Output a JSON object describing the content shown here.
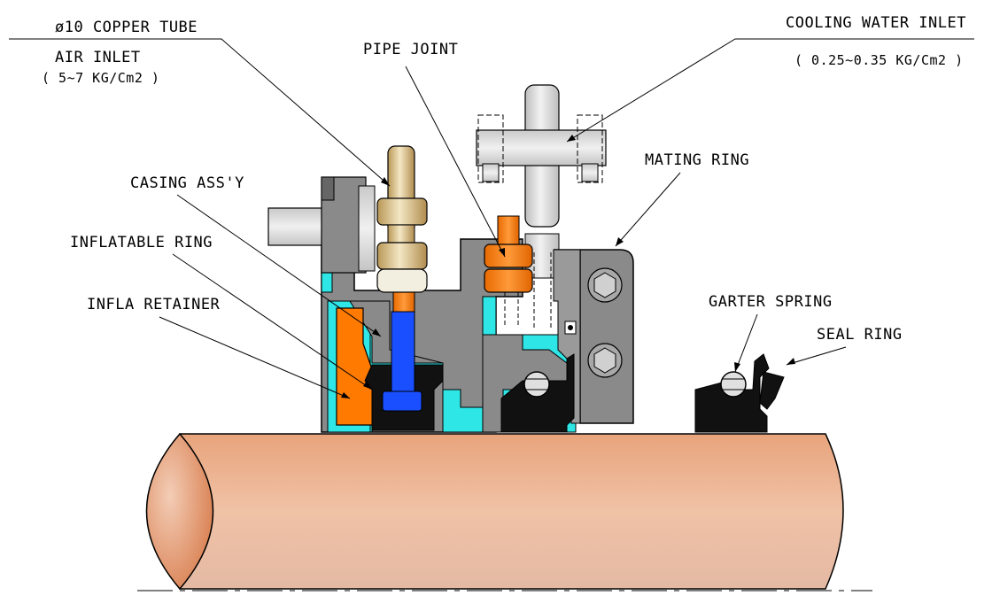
{
  "labels": {
    "copper_tube": "ø10 COPPER TUBE",
    "air_inlet": "AIR INLET",
    "air_pressure": "( 5~7 KG/Cm2 )",
    "pipe_joint": "PIPE JOINT",
    "cooling_water_inlet": "COOLING WATER INLET",
    "cooling_pressure": "( 0.25~0.35 KG/Cm2 )",
    "mating_ring": "MATING RING",
    "casing_assy": "CASING ASS'Y",
    "inflatable_ring": "INFLATABLE RING",
    "infla_retainer": "INFLA RETAINER",
    "garter_spring": "GARTER SPRING",
    "seal_ring": "SEAL RING"
  },
  "colors": {
    "shaft": "#d98c63",
    "casing": "#8c8c8c",
    "cavity": "#2fe6e6",
    "inflatable": "#ff7a00",
    "retainer": "#111111",
    "bolt": "#1a4fff",
    "brass": "#d9c08a",
    "pipe": "#d8d8d8"
  }
}
